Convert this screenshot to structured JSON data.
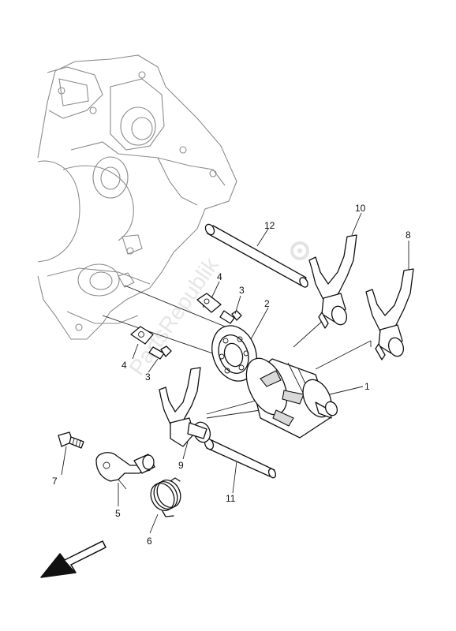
{
  "watermark": "PartsRepublik",
  "callouts": {
    "c1": "1",
    "c2": "2",
    "c3a": "3",
    "c3b": "3",
    "c4a": "4",
    "c4b": "4",
    "c5": "5",
    "c6": "6",
    "c7": "7",
    "c8": "8",
    "c9": "9",
    "c10": "10",
    "c11": "11",
    "c12": "12"
  }
}
